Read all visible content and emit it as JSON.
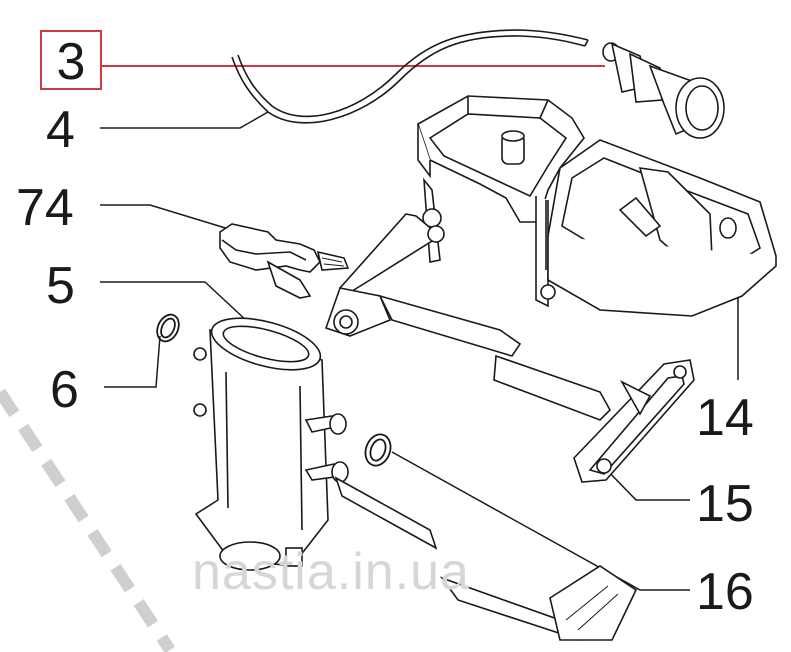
{
  "labels": {
    "l3": "3",
    "l4": "4",
    "l74": "74",
    "l5": "5",
    "l6": "6",
    "l14": "14",
    "l15": "15",
    "l16": "16"
  },
  "watermark": "nastia.in.ua",
  "colors": {
    "highlight": "#d0393f",
    "line": "#1a1a1a",
    "watermark": "#d6d6d6",
    "dash": "#cfcfcf"
  }
}
